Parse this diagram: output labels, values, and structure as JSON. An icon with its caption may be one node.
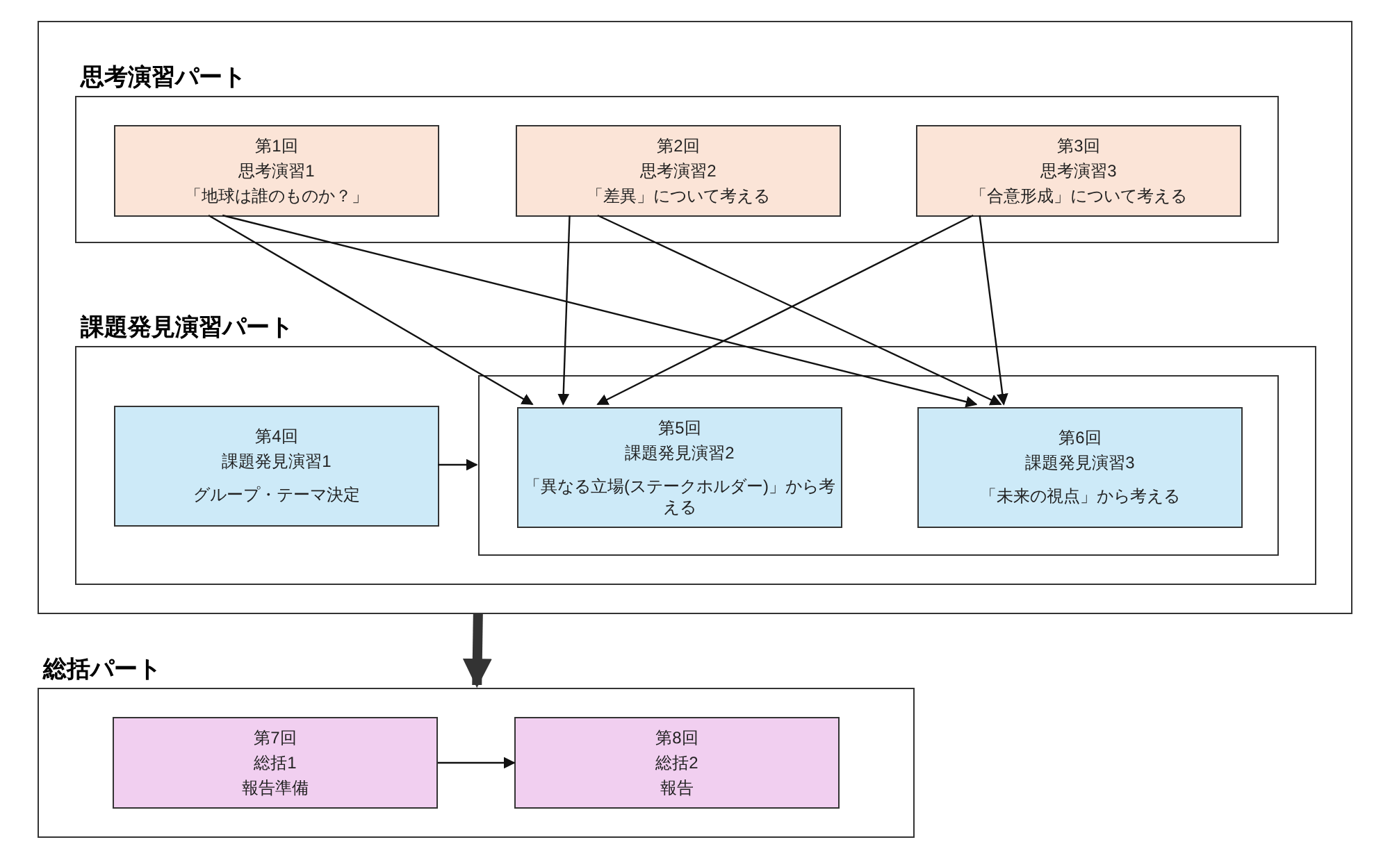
{
  "diagram": {
    "nodes": [
      {
        "text": [],
        "shape": "box"
      },
      {
        "text": [
          "思考演習パート"
        ],
        "in": 0
      },
      {
        "text": [
          "第1回",
          "思考演習1",
          "「地球は誰のものか？」"
        ],
        "in": 1
      },
      {
        "text": [
          "第2回",
          "思考演習2",
          "「差異」について考える"
        ],
        "in": 1
      },
      {
        "text": [
          "第3回",
          "思考演習3",
          "「合意形成」について考える"
        ],
        "in": 1
      },
      {
        "text": [
          "課題発見演習パート"
        ],
        "in": 0
      },
      {
        "text": [
          "第4回",
          "課題発見演習1",
          "グループ・テーマ決定"
        ],
        "in": 5
      },
      {
        "text": [],
        "shape": "box",
        "in": 5
      },
      {
        "text": [
          "第5回",
          "課題発見演習2",
          "「異なる立場(ステークホルダー)」から考える"
        ],
        "in": 7
      },
      {
        "text": [
          "第6回",
          "課題発見演習3",
          "「未来の視点」から考える"
        ],
        "in": 7
      },
      {
        "text": [
          "総括パート"
        ]
      },
      {
        "text": [
          "第7回",
          "総括1",
          "報告準備"
        ],
        "in": 10
      },
      {
        "text": [
          "第8回",
          "総括2",
          "報告"
        ],
        "in": 10
      }
    ],
    "edges": [
      {
        "from": 2,
        "to": 8,
        "arrow": "to"
      },
      {
        "from": 2,
        "to": 9,
        "arrow": "to"
      },
      {
        "from": 3,
        "to": 8,
        "arrow": "to"
      },
      {
        "from": 3,
        "to": 9,
        "arrow": "to"
      },
      {
        "from": 4,
        "to": 8,
        "arrow": "to"
      },
      {
        "from": 4,
        "to": 9,
        "arrow": "to"
      },
      {
        "from": 6,
        "to": 7,
        "arrow": "to"
      },
      {
        "from": 0,
        "to": 10,
        "arrow": "to",
        "style": "thick"
      },
      {
        "from": 11,
        "to": 12,
        "arrow": "to"
      }
    ]
  }
}
